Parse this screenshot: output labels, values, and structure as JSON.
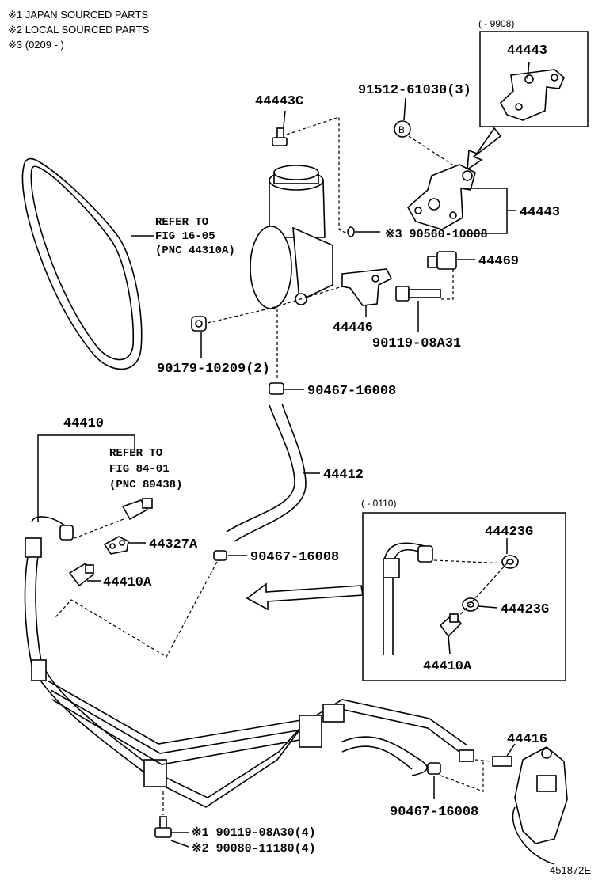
{
  "notes": {
    "note1": "※1 JAPAN SOURCED PARTS",
    "note2": "※2 LOCAL SOURCED PARTS",
    "note3": "※3 (0209 -         )"
  },
  "insets": {
    "top_range": "(        - 9908)",
    "top_part": "44443",
    "mid_range": "(        - 0110)",
    "mid_parts": [
      "44423G",
      "44423G",
      "44410A"
    ]
  },
  "labels": {
    "p44443C": "44443C",
    "p91512": "91512-61030(3)",
    "circle_b": "B",
    "p44443": "44443",
    "refer1_line1": "REFER TO",
    "refer1_line2": "FIG 16-05",
    "refer1_line3": "(PNC 44310A)",
    "p90560": "※3 90560-10008",
    "p44469": "44469",
    "p44446": "44446",
    "p90119_08A31": "90119-08A31",
    "p90179": "90179-10209(2)",
    "p90467_a": "90467-16008",
    "p44410": "44410",
    "refer2_line1": "REFER TO",
    "refer2_line2": "FIG 84-01",
    "refer2_line3": "(PNC 89438)",
    "p44412": "44412",
    "p44327A": "44327A",
    "p90467_b": "90467-16008",
    "p44410A": "44410A",
    "p44416": "44416",
    "p90467_c": "90467-16008",
    "p90119_08A30": "※1  90119-08A30(4)",
    "p90080": "※2  90080-11180(4)",
    "figure_id": "451872E"
  }
}
